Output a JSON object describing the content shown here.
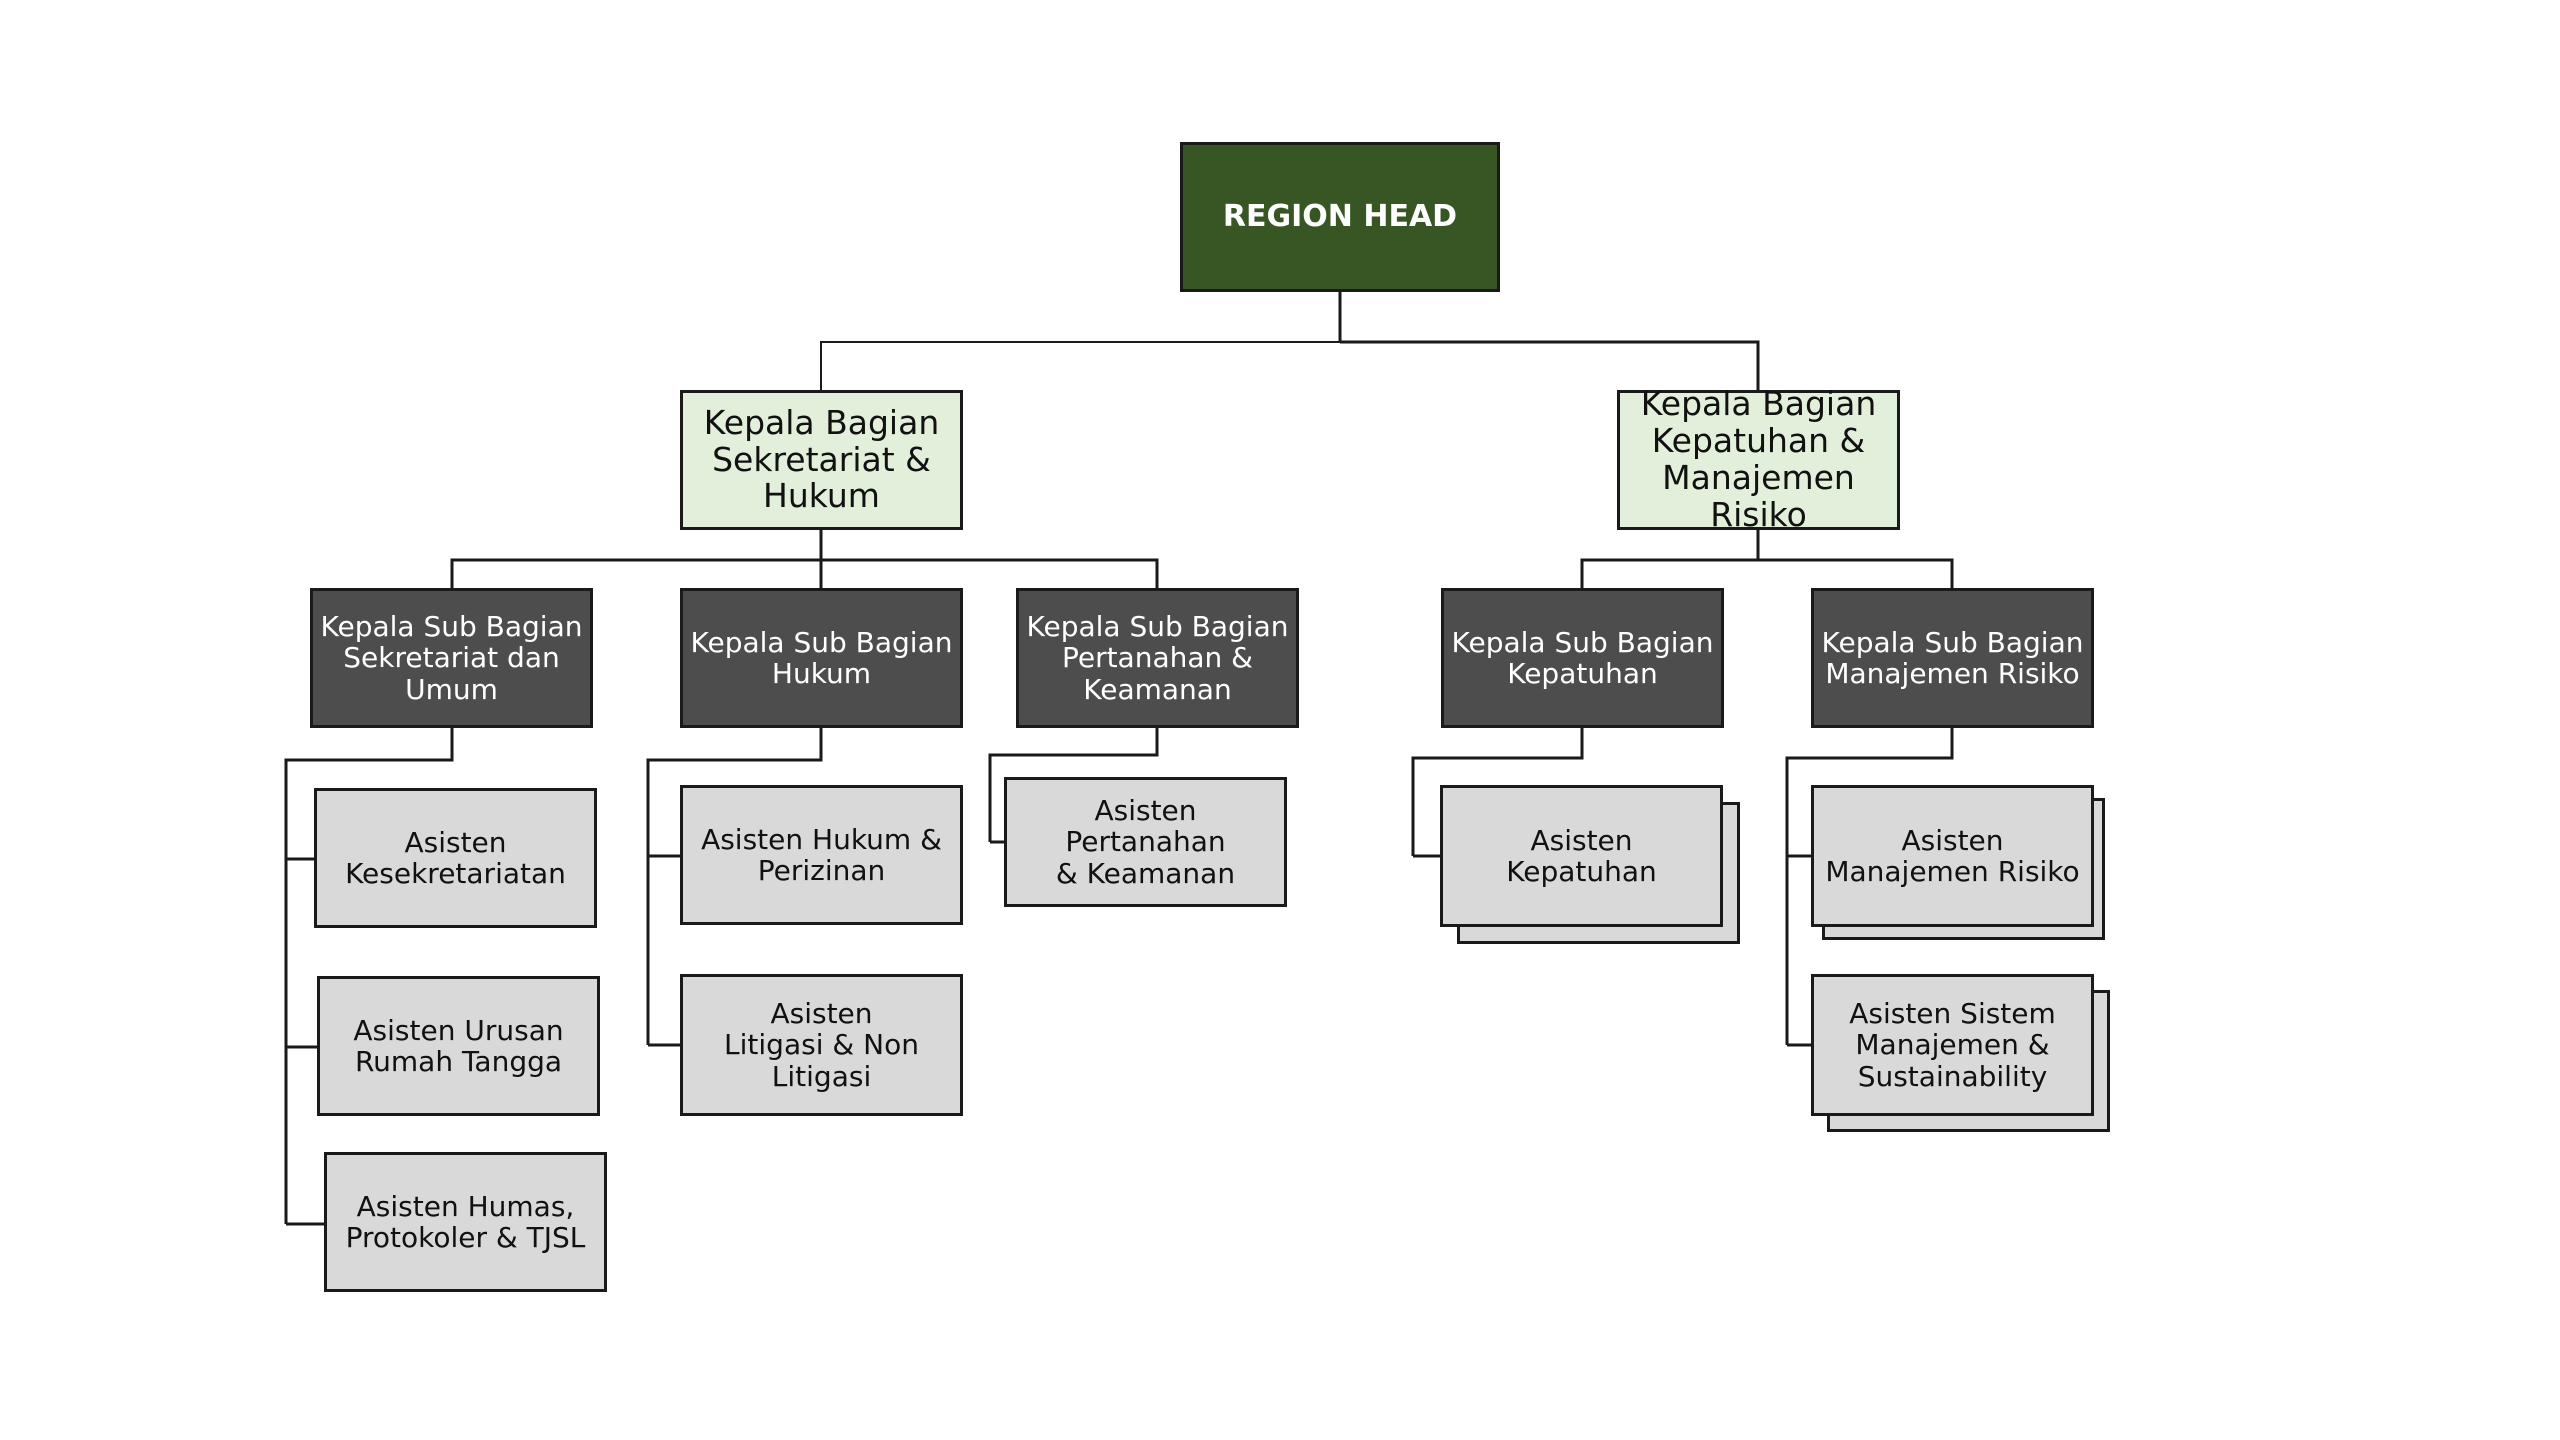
{
  "colors": {
    "root_fill": "#375623",
    "head_fill": "#e2efda",
    "sub_fill": "#4d4d4d",
    "assistant_fill": "#d9d9d9",
    "line": "#1a1a1a"
  },
  "root": {
    "label": "REGION HEAD"
  },
  "divisions": [
    {
      "label": "Kepala Bagian\nSekretariat &\nHukum",
      "subs": [
        {
          "label": "Kepala Sub Bagian\nSekretariat dan\nUmum",
          "assistants": [
            "Asisten\nKesekretariatan",
            "Asisten Urusan\nRumah Tangga",
            "Asisten Humas,\nProtokoler & TJSL"
          ]
        },
        {
          "label": "Kepala Sub Bagian\nHukum",
          "assistants": [
            "Asisten Hukum &\nPerizinan",
            "Asisten\nLitigasi & Non\nLitigasi"
          ]
        },
        {
          "label": "Kepala Sub Bagian\nPertanahan &\nKeamanan",
          "assistants": [
            "Asisten Pertanahan\n& Keamanan"
          ]
        }
      ]
    },
    {
      "label": "Kepala Bagian\nKepatuhan &\nManajemen Risiko",
      "subs": [
        {
          "label": "Kepala Sub Bagian\nKepatuhan",
          "assistants": [
            "Asisten\nKepatuhan"
          ]
        },
        {
          "label": "Kepala Sub Bagian\nManajemen Risiko",
          "assistants": [
            "Asisten\nManajemen Risiko",
            "Asisten Sistem\nManajemen &\nSustainability"
          ]
        }
      ]
    }
  ]
}
